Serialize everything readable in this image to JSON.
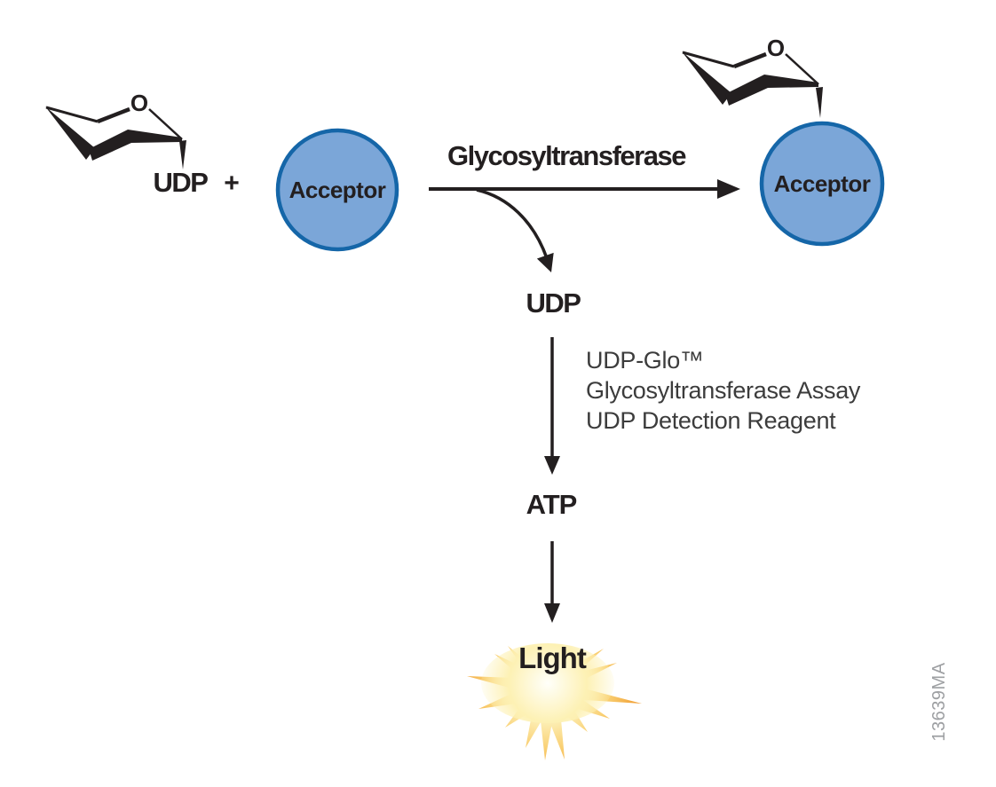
{
  "figure": {
    "substrate": {
      "sugar_oxygen": "O",
      "udp_label": "UDP",
      "plus_sign": "+",
      "acceptor_label": "Acceptor"
    },
    "enzyme_label": "Glycosyltransferase",
    "product": {
      "sugar_oxygen": "O",
      "acceptor_label": "Acceptor"
    },
    "byproduct_label": "UDP",
    "reagent": {
      "line1": "UDP-Glo™",
      "line2": "Glycosyltransferase Assay",
      "line3": "UDP Detection Reagent"
    },
    "atp_label": "ATP",
    "light_label": "Light",
    "figure_id": "13639MA",
    "colors": {
      "line_black": "#231F20",
      "acceptor_fill": "#7BA6D8",
      "acceptor_stroke": "#1566A8",
      "reagent_text": "#3C3C3C",
      "watermark_text": "#9EA0A3",
      "burst_inner": "#FFFEF2",
      "burst_mid": "#FDF2BC",
      "burst_outer": "#EE8E1D"
    }
  }
}
